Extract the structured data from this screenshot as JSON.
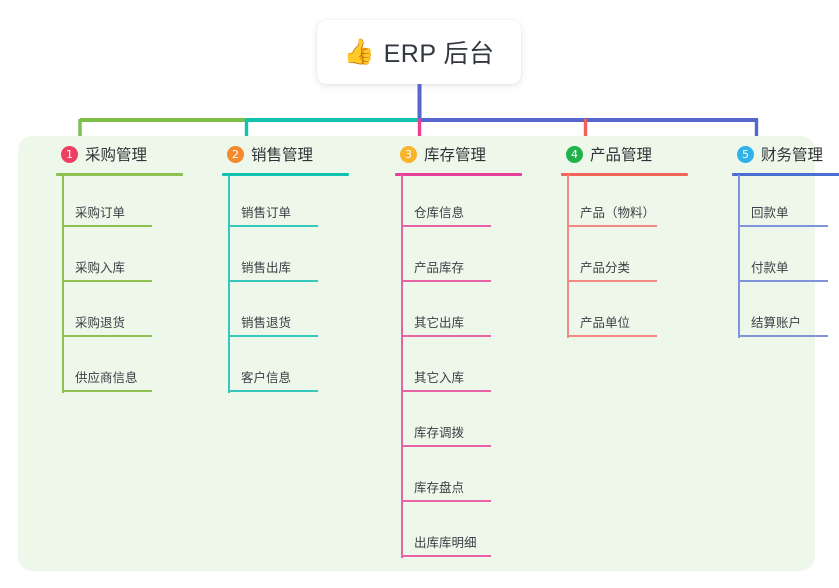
{
  "root": {
    "icon": "thumbs-up-icon",
    "icon_glyph": "👍",
    "label": "ERP 后台"
  },
  "canvas": {
    "background": "#ffffff",
    "board_background": "#eef8ea"
  },
  "connector_colors": {
    "trunk": "#5566cc",
    "bar_left": "#7cc04a",
    "bar_mid": "#12c1ae",
    "bar_right": "#5566cc",
    "drop_1": "#7cc04a",
    "drop_2": "#12c1ae",
    "drop_3": "#ec3d8f",
    "drop_4": "#f2605a",
    "drop_5": "#5566cc"
  },
  "columns": [
    {
      "number": "1",
      "title": "采购管理",
      "badge_color": "#ef3e63",
      "rule_color": "#8cc152",
      "line_color": "#8cc152",
      "items": [
        "采购订单",
        "采购入库",
        "采购退货",
        "供应商信息"
      ]
    },
    {
      "number": "2",
      "title": "销售管理",
      "badge_color": "#f58a2e",
      "rule_color": "#11c1b0",
      "line_color": "#36c7bd",
      "items": [
        "销售订单",
        "销售出库",
        "销售退货",
        "客户信息"
      ]
    },
    {
      "number": "3",
      "title": "库存管理",
      "badge_color": "#f8b52a",
      "rule_color": "#e5409a",
      "line_color": "#e862a6",
      "items": [
        "仓库信息",
        "产品库存",
        "其它出库",
        "其它入库",
        "库存调拨",
        "库存盘点",
        "出库库明细"
      ]
    },
    {
      "number": "4",
      "title": "产品管理",
      "badge_color": "#22b24c",
      "rule_color": "#f2645c",
      "line_color": "#f48a84",
      "items": [
        "产品（物料）",
        "产品分类",
        "产品单位"
      ]
    },
    {
      "number": "5",
      "title": "财务管理",
      "badge_color": "#2eb2e8",
      "rule_color": "#4a6fd4",
      "line_color": "#8094dd",
      "items": [
        "回款单",
        "付款单",
        "结算账户"
      ]
    }
  ]
}
